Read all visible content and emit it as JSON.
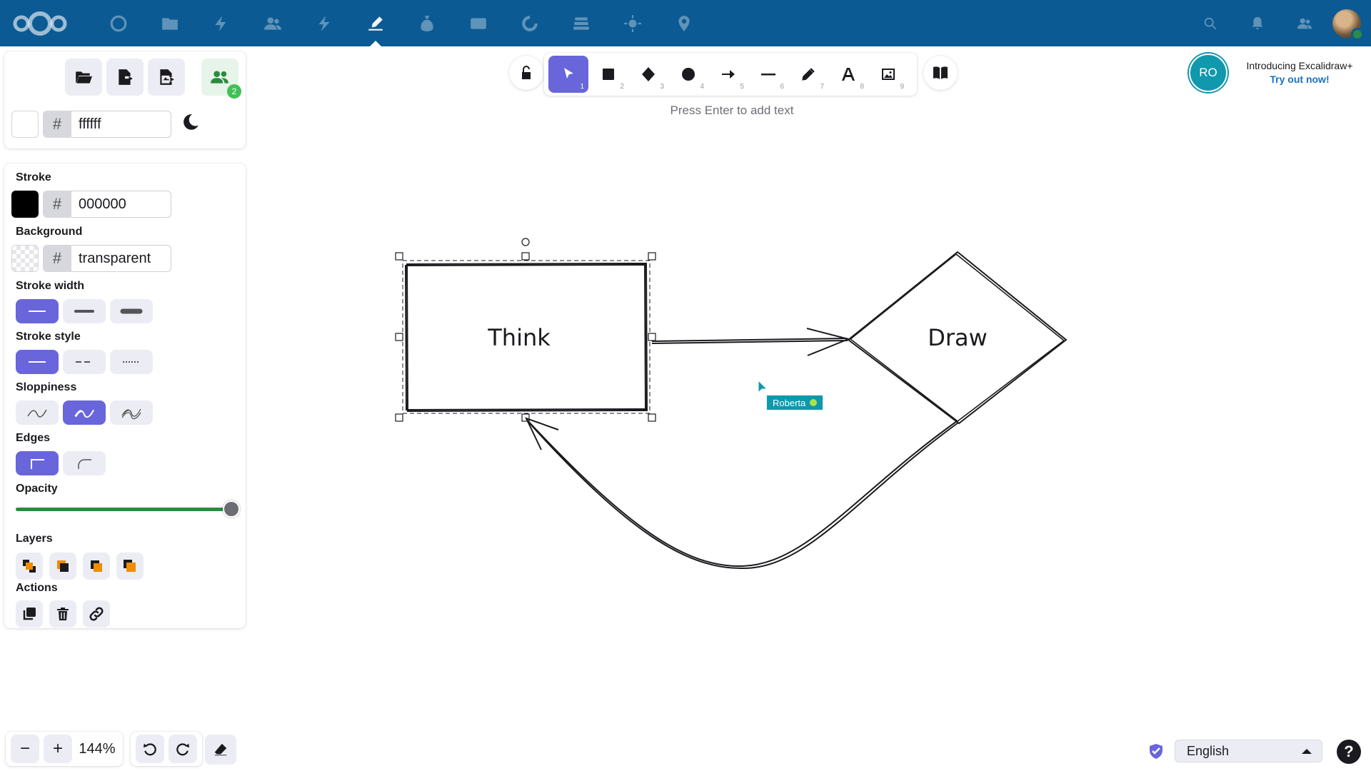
{
  "nav": {
    "apps": [
      "dashboard-icon",
      "files-icon",
      "activity-icon",
      "contacts-icon",
      "flash-icon",
      "whiteboard-icon",
      "money-icon",
      "photos-icon",
      "circle-icon",
      "deck-icon",
      "settings-icon",
      "maps-icon"
    ],
    "active_app": "whiteboard-icon",
    "right": [
      "search-icon",
      "bell-icon",
      "contacts-icon",
      "avatar"
    ]
  },
  "canvas_bg": {
    "hash": "#",
    "value": "ffffff"
  },
  "props": {
    "stroke_label": "Stroke",
    "stroke_hash": "#",
    "stroke_value": "000000",
    "background_label": "Background",
    "background_hash": "#",
    "background_value": "transparent",
    "stroke_width_label": "Stroke width",
    "stroke_style_label": "Stroke style",
    "sloppiness_label": "Sloppiness",
    "edges_label": "Edges",
    "opacity_label": "Opacity",
    "opacity_value": 100,
    "layers_label": "Layers",
    "actions_label": "Actions"
  },
  "collaborators": {
    "count": "2"
  },
  "tools": [
    {
      "name": "selection",
      "key": "1",
      "selected": true
    },
    {
      "name": "rectangle",
      "key": "2"
    },
    {
      "name": "diamond",
      "key": "3"
    },
    {
      "name": "ellipse",
      "key": "4"
    },
    {
      "name": "arrow",
      "key": "5"
    },
    {
      "name": "line",
      "key": "6"
    },
    {
      "name": "draw",
      "key": "7"
    },
    {
      "name": "text",
      "key": "8"
    },
    {
      "name": "image",
      "key": "9"
    }
  ],
  "hint": "Press Enter to add text",
  "promo": {
    "avatar_initials": "RO",
    "title": "Introducing Excalidraw+",
    "link": "Try out now!"
  },
  "diagram": {
    "box_text": "Think",
    "diamond_text": "Draw"
  },
  "collaborator_cursor": {
    "name": "Roberta"
  },
  "zoom": {
    "minus": "−",
    "plus": "+",
    "value": "144%"
  },
  "language": "English",
  "help": "?"
}
